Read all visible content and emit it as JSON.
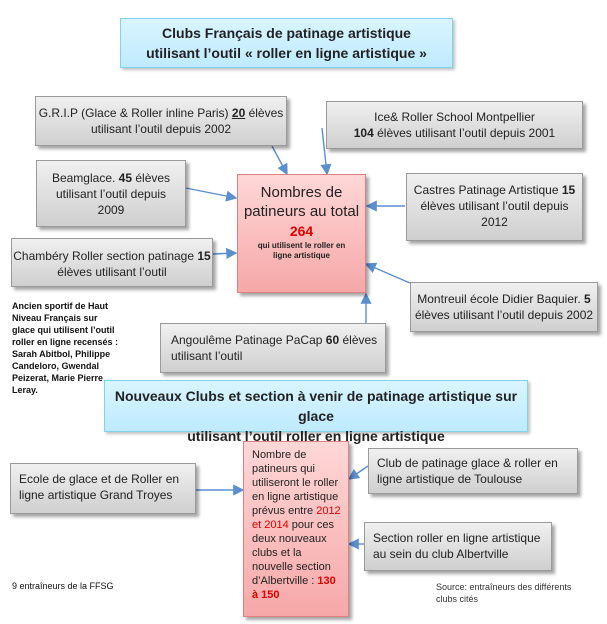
{
  "title_top": {
    "line1": "Clubs Français de patinage artistique",
    "line2": "utilisant l’outil «  roller en ligne artistique »"
  },
  "center": {
    "line1": "Nombres de",
    "line2": "patineurs au total",
    "number": "264",
    "sub": "qui utilisent le roller en ligne artistique"
  },
  "clubs": {
    "grip": {
      "a": "G.R.I.P (Glace & Roller inline Paris) ",
      "b": "20",
      "c": " élèves",
      "d": "utilisant l’outil depuis 2002"
    },
    "ice_roller": {
      "a": "Ice& Roller School Montpellier",
      "b": "104",
      "c": " élèves utilisant l’outil depuis 2001"
    },
    "beamglace": {
      "a": "Beamglace. ",
      "b": "45",
      "c": " élèves",
      "d": "utilisant l’outil depuis",
      "e": "2009"
    },
    "castres": {
      "a": "Castres Patinage Artistique ",
      "b": "15",
      "c": "élèves utilisant l’outil depuis",
      "d": "2012"
    },
    "chambery": {
      "a": "Chambéry Roller section patinage ",
      "b": "15",
      "c": "élèves utilisant l’outil"
    },
    "montreuil": {
      "a": "Montreuil école Didier Baquier. ",
      "b": "5",
      "c": "élèves utilisant l’outil depuis 2002"
    },
    "angouleme": {
      "a": "Angoulême  Patinage PaCap  ",
      "b": "60",
      "c": " élèves",
      "d": "utilisant l’outil"
    }
  },
  "note_left": "Ancien sportif de Haut Niveau  Français sur glace qui utilisent l’outil roller en ligne  recensés : Sarah Abitbol, Philippe Candeloro, Gwendal Peizerat, Marie Pierre Leray.",
  "title_mid": {
    "line1": "Nouveaux Clubs et section à venir  de patinage artistique sur glace",
    "line2": "utilisant l’outil roller en ligne artistique"
  },
  "future_center": {
    "a": "Nombre de patineurs qui utiliseront le roller en ligne artistique prévus entre ",
    "b": "2012 et 2014",
    "c": " pour ces deux nouveaux clubs et la nouvelle section d’Albertville : ",
    "d": "130 à 150"
  },
  "future": {
    "troyes": "Ecole de glace et de  Roller en ligne artistique Grand Troyes",
    "toulouse": "Club de patinage glace & roller en ligne artistique de Toulouse",
    "albertville": "Section roller en ligne artistique au sein du club Albertville"
  },
  "footer_left": "9 entraîneurs  de la FFSG",
  "footer_right": "Source: entraîneurs des différents clubs cités"
}
